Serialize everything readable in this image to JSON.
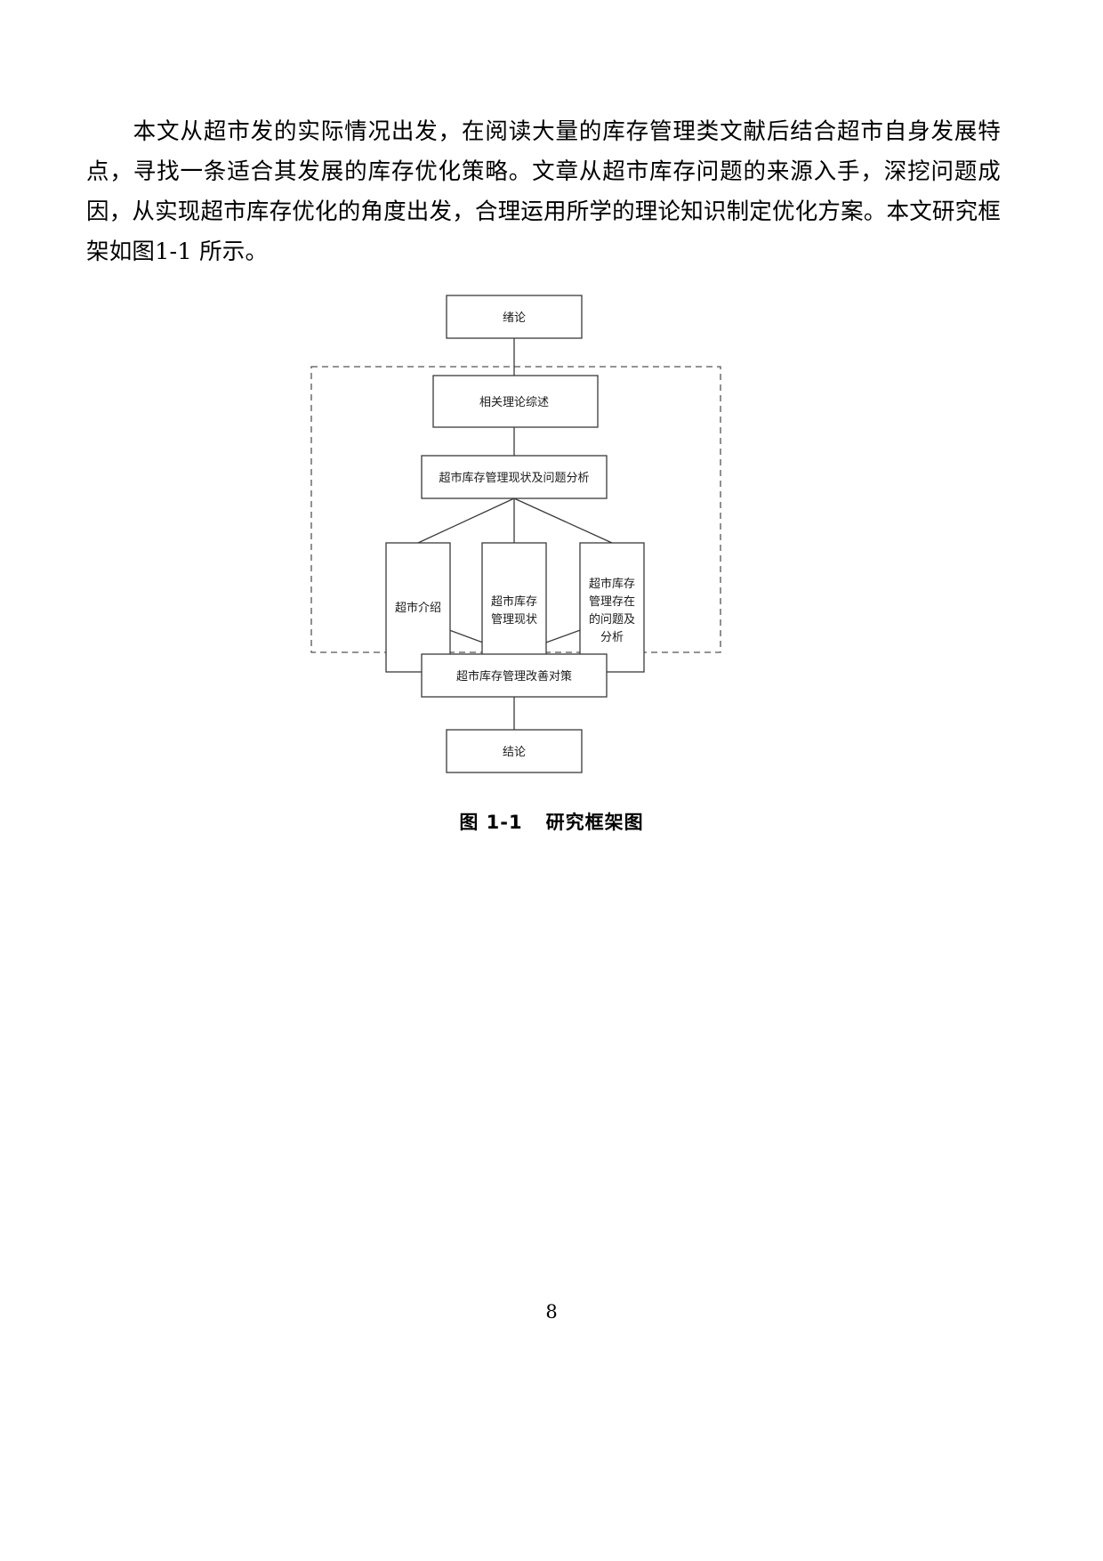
{
  "document": {
    "page_number": "8",
    "paragraph": {
      "indent": "",
      "text": "本文从超市发的实际情况出发，在阅读大量的库存管理类文献后结合超市自身发展特点，寻找一条适合其发展的库存优化策略。文章从超市库存问题的来源入手，深挖问题成因，从实现超市库存优化的角度出发，合理运用所学的理论知识制定优化方案。本文研究框架如图1-1 所示。"
    }
  },
  "figure": {
    "caption_label": "图 1-1",
    "caption_title": "研究框架图",
    "boxes": {
      "intro": "绪论",
      "theory_review": "相关理论综述",
      "status_analysis": "超市库存管理现状及问题分析",
      "sub1": "超市介绍",
      "sub2_line1": "超市库存",
      "sub2_line2": "管理现状",
      "sub3_line1": "超市库存",
      "sub3_line2": "管理存在",
      "sub3_line3": "的问题及",
      "sub3_line4": "分析",
      "improvement": "超市库存管理改善对策",
      "conclusion": "结论"
    },
    "colors": {
      "stroke": "#3a3a3a",
      "dashed_stroke": "#555555",
      "text": "#1a1a1a",
      "background": "#ffffff"
    }
  }
}
